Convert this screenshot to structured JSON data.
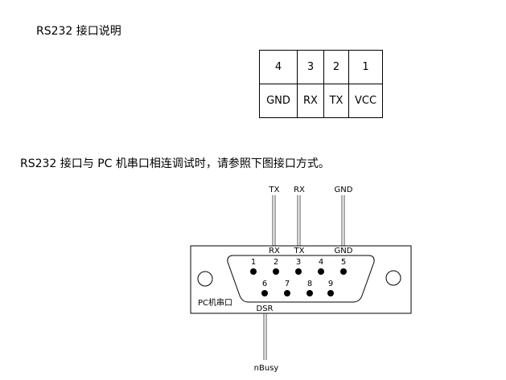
{
  "title": "RS232 接口说明",
  "pin_table": {
    "pins": [
      "4",
      "3",
      "2",
      "1"
    ],
    "signals": [
      "GND",
      "RX",
      "TX",
      "VCC"
    ]
  },
  "instruction": "RS232 接口与 PC 机串口相连调试时，请参照下图接口方式。",
  "diagram": {
    "top_labels": [
      "TX",
      "RX",
      "GND"
    ],
    "connector_labels": [
      "RX",
      "TX",
      "GND"
    ],
    "pins_top": [
      "1",
      "2",
      "3",
      "4",
      "5"
    ],
    "pins_bottom": [
      "6",
      "7",
      "8",
      "9"
    ],
    "connector_name": "PC机串口",
    "dsr_label": "DSR",
    "bottom_label": "nBusy"
  }
}
